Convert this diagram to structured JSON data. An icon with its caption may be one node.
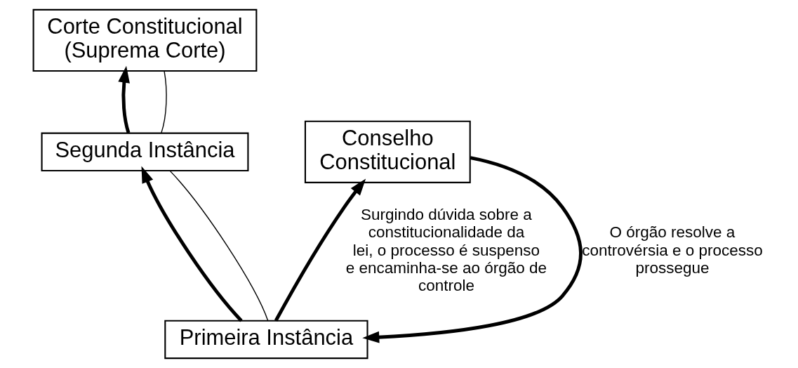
{
  "diagram": {
    "nodes": [
      {
        "text": [
          "Corte Constitucional (Suprema Corte)"
        ]
      },
      {
        "text": [
          "Segunda Instância"
        ]
      },
      {
        "text": [
          "Primeira Instância"
        ]
      },
      {
        "text": [
          "Conselho Constitucional"
        ]
      }
    ],
    "edges": [
      {
        "from": 0,
        "to": 1,
        "arrow": "none"
      },
      {
        "from": 1,
        "to": 0,
        "arrow": "to"
      },
      {
        "from": 1,
        "to": 2,
        "arrow": "none"
      },
      {
        "from": 2,
        "to": 1,
        "arrow": "to"
      },
      {
        "from": 3,
        "to": 2,
        "arrow": "to",
        "label": "O órgão resolve a controvérsia e o processo prossegue"
      },
      {
        "from": 2,
        "to": 3,
        "arrow": "to",
        "label": "Surgindo dúvida sobre a constitucionalidade da lei, o processo é suspenso e encaminha-se ao órgão de controle"
      }
    ]
  }
}
